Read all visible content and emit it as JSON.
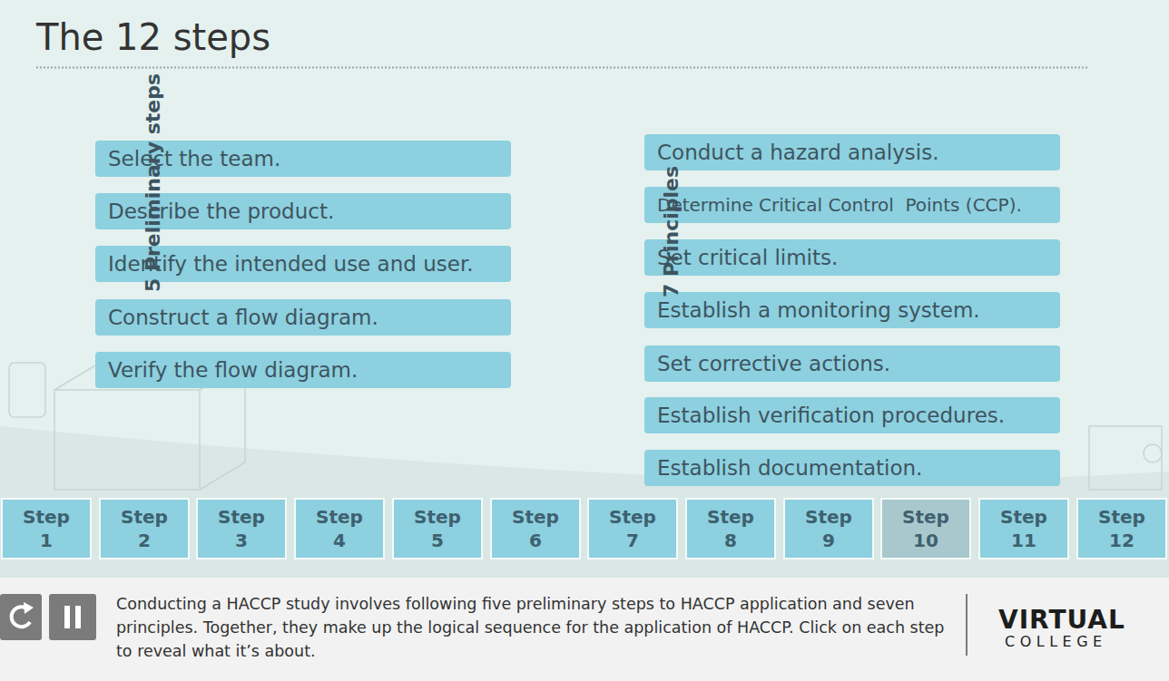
{
  "diagram": {
    "title": "The 12 steps",
    "caption": "Conducting a HACCP study involves following five preliminary steps to HACCP application and seven principles. Together, they make up the logical sequence for the application of HACCP. Click on each step to reveal what it’s about.",
    "nodes": [
      {
        "text": [
          "Select the team."
        ]
      },
      {
        "text": [
          "Describe the product."
        ]
      },
      {
        "text": [
          "Identify the intended use and user."
        ]
      },
      {
        "text": [
          "Construct a flow diagram."
        ]
      },
      {
        "text": [
          "Verify the flow diagram."
        ]
      },
      {
        "text": [
          "Conduct a hazard analysis."
        ]
      },
      {
        "text": [
          "Determine Critical Control  Points (CCP)."
        ]
      },
      {
        "text": [
          "Set critical limits."
        ]
      },
      {
        "text": [
          "Establish a monitoring system."
        ]
      },
      {
        "text": [
          "Set corrective actions."
        ]
      },
      {
        "text": [
          "Establish verification procedures."
        ]
      },
      {
        "text": [
          "Establish documentation."
        ]
      },
      {
        "text": [
          "Step 1"
        ]
      },
      {
        "text": [
          "Step 2"
        ]
      },
      {
        "text": [
          "Step 3"
        ]
      },
      {
        "text": [
          "Step 4"
        ]
      },
      {
        "text": [
          "Step 5"
        ]
      },
      {
        "text": [
          "Step 6"
        ]
      },
      {
        "text": [
          "Step 7"
        ]
      },
      {
        "text": [
          "Step 8"
        ]
      },
      {
        "text": [
          "Step 9"
        ]
      },
      {
        "text": [
          "Step 10"
        ]
      },
      {
        "text": [
          "Step 11"
        ]
      },
      {
        "text": [
          "Step 12"
        ]
      }
    ],
    "labels": [
      "5 Preliminary steps",
      "7 Principles",
      "VIRTUAL",
      "COLLEGE"
    ]
  }
}
